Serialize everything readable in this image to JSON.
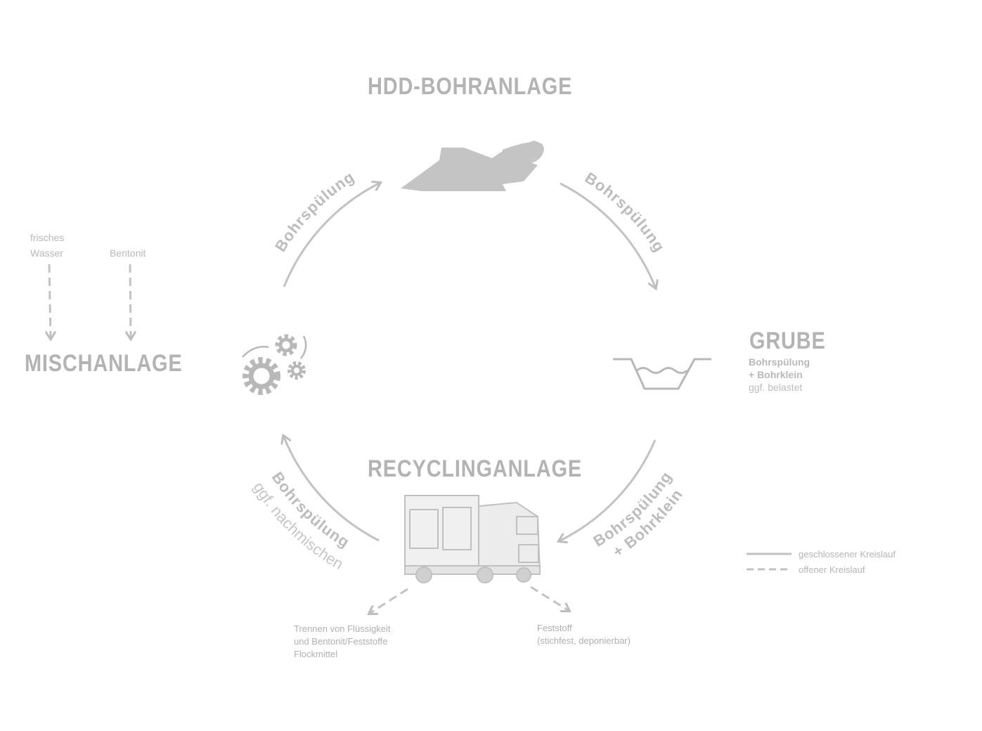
{
  "nodes": {
    "hdd": "HDD-BOHRANLAGE",
    "grube": {
      "title": "GRUBE",
      "line1": "Bohrspülung",
      "line2": "+ Bohrklein",
      "line3": "ggf. belastet"
    },
    "recycling": "RECYCLINGANLAGE",
    "misch": "MISCHANLAGE"
  },
  "inputs": {
    "water_1": "frisches",
    "water_2": "Wasser",
    "bentonit": "Bentonit"
  },
  "arcs": {
    "top_left": "Bohrspülung",
    "top_right": "Bohrspülung",
    "bottom_right_1": "Bohrspülung",
    "bottom_right_2": "+ Bohrklein",
    "bottom_left_1": "Bohrspülung",
    "bottom_left_2": "ggf. nachmischen"
  },
  "outputs": {
    "left_1": "Trennen von Flüssigkeit",
    "left_2": "und Bentonit/Feststoffe",
    "left_3": "Flockmittel",
    "right_1": "Feststoff",
    "right_2": "(stichfest, deponierbar)"
  },
  "legend": {
    "closed": "geschlossener Kreislauf",
    "open": "offener Kreislauf"
  },
  "colors": {
    "line": "#bdbdbd",
    "text": "#b3b3b3"
  }
}
